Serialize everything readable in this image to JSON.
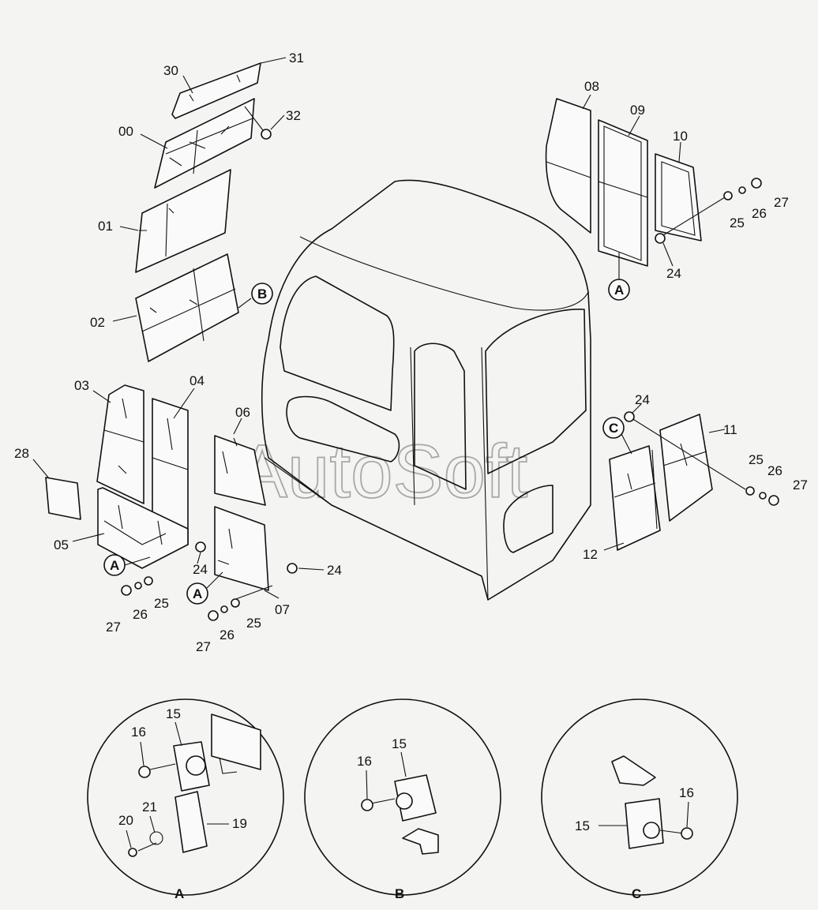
{
  "watermark": "AutoSoft",
  "parts": {
    "p00": "00",
    "p01": "01",
    "p02": "02",
    "p03": "03",
    "p04": "04",
    "p05": "05",
    "p06": "06",
    "p07": "07",
    "p08": "08",
    "p09": "09",
    "p10": "10",
    "p11": "11",
    "p12": "12",
    "p15": "15",
    "p16": "16",
    "p19": "19",
    "p20": "20",
    "p21": "21",
    "p24": "24",
    "p25": "25",
    "p26": "26",
    "p27": "27",
    "p28": "28",
    "p30": "30",
    "p31": "31",
    "p32": "32"
  },
  "callouts": {
    "a": "A",
    "b": "B",
    "c": "C"
  },
  "details": {
    "a": "A",
    "b": "B",
    "c": "C"
  }
}
